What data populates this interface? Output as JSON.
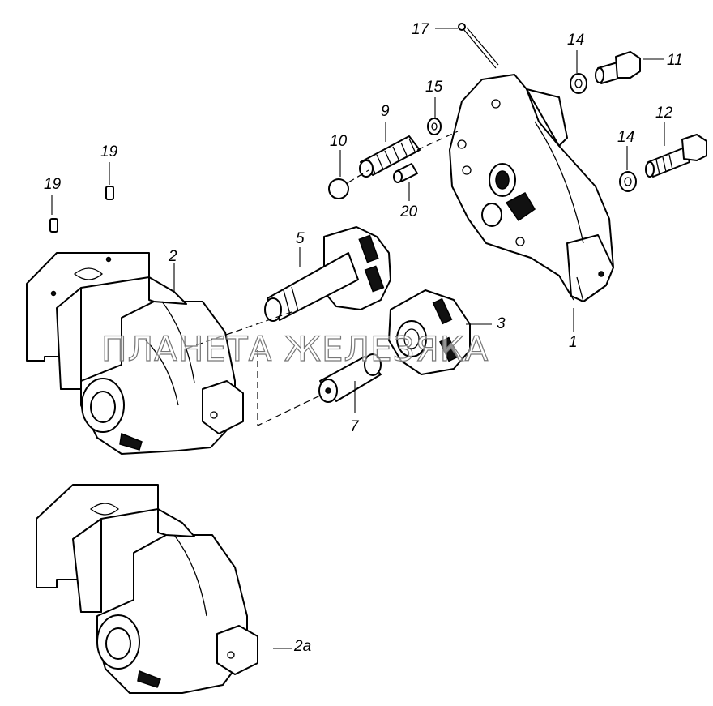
{
  "watermark": "ПЛАНЕТА ЖЕЛЕЗЯКА",
  "labels": {
    "p1": "1",
    "p2": "2",
    "p2a": "2а",
    "p3": "3",
    "p5": "5",
    "p7": "7",
    "p9": "9",
    "p10": "10",
    "p11": "11",
    "p12": "12",
    "p14a": "14",
    "p14b": "14",
    "p15": "15",
    "p17": "17",
    "p19a": "19",
    "p19b": "19",
    "p20": "20"
  }
}
